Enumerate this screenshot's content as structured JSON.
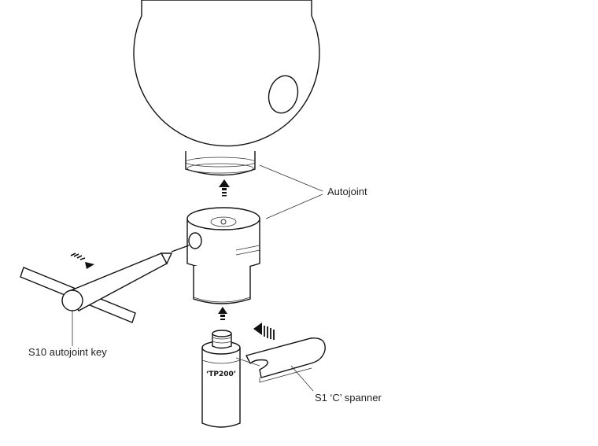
{
  "labels": {
    "autojoint": "Autojoint",
    "key": "S10 autojoint key",
    "spanner": "S1 ‘C’ spanner",
    "probe": "‘TP200’"
  }
}
